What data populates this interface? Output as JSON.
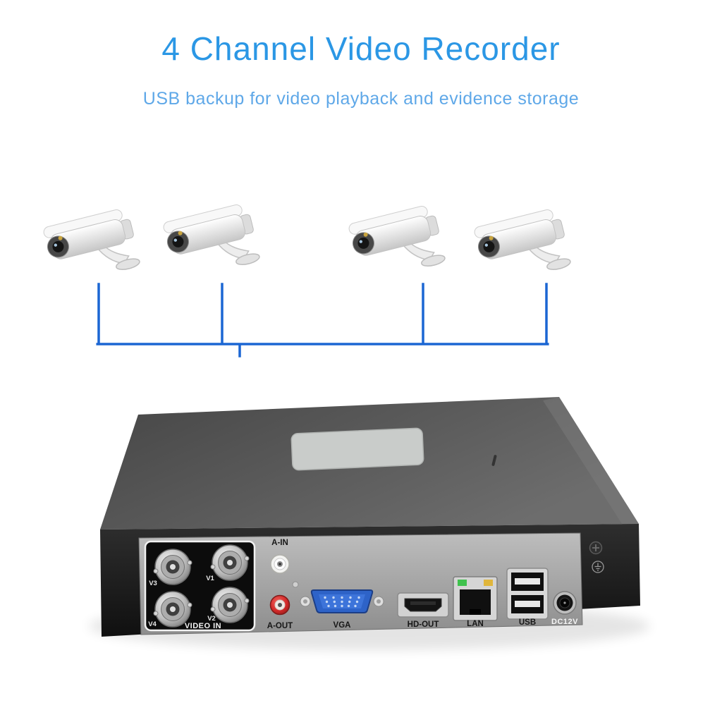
{
  "header": {
    "title": "4 Channel Video Recorder",
    "subtitle": "USB backup for video playback and evidence storage"
  },
  "colors": {
    "title_blue": "#2b97e5",
    "subtitle_blue": "#5fa8e8",
    "cable_blue": "#1b66d3"
  },
  "diagram": {
    "camera_count": 4
  },
  "rear_panel": {
    "video_in": "VIDEO IN",
    "bnc": [
      "V3",
      "V1",
      "V4",
      "V2"
    ],
    "a_in": "A-IN",
    "a_out": "A-OUT",
    "vga": "VGA",
    "hd_out": "HD-OUT",
    "lan": "LAN",
    "usb": "USB",
    "dc12v": "DC12V"
  }
}
